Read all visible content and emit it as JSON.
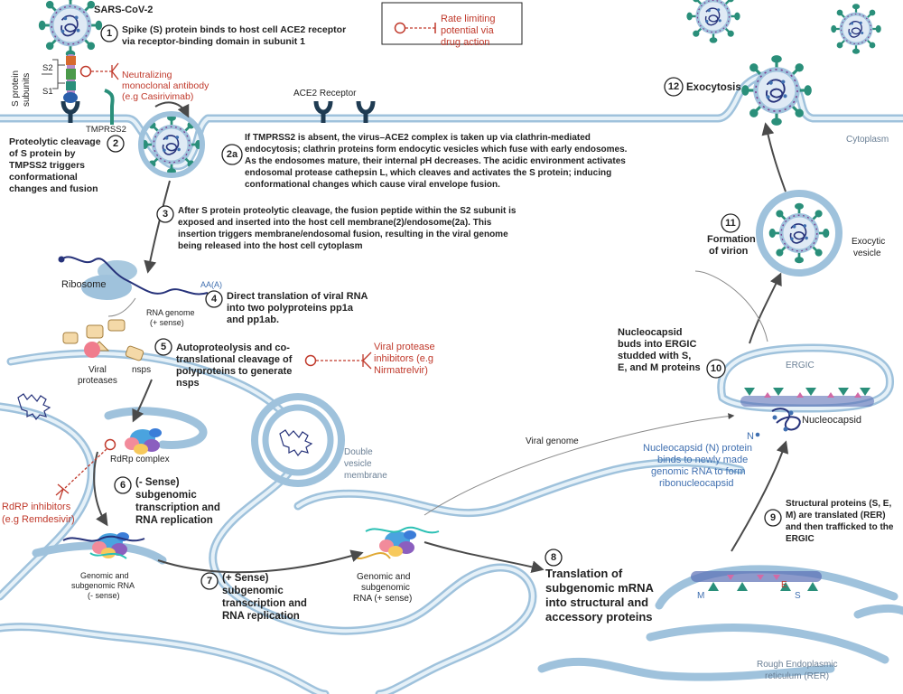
{
  "virus": {
    "name": "SARS-CoV-2"
  },
  "legend": {
    "line1": "Rate limiting",
    "line2": "potential via",
    "line3": "drug action"
  },
  "spike": {
    "axis_title": "S protein",
    "axis_subtitle": "subunits",
    "s2": "S2",
    "s1": "S1"
  },
  "labels": {
    "tmprss2": "TMPRSS2",
    "ace2": "ACE2 Receptor",
    "cytoplasm": "Cytoplasm",
    "ribosome": "Ribosome",
    "aa": "AA(A)",
    "rna_genome_1": "RNA genome",
    "rna_genome_2": "(+ sense)",
    "viral_proteases_1": "Viral",
    "viral_proteases_2": "proteases",
    "nsps": "nsps",
    "rdrp": "RdRp complex",
    "genomic_neg_1": "Genomic and",
    "genomic_neg_2": "subgenomic RNA",
    "genomic_neg_3": "(- sense)",
    "genomic_pos_1": "Genomic and",
    "genomic_pos_2": "subgenomic",
    "genomic_pos_3": "RNA (+ sense)",
    "double_vesicle_1": "Double",
    "double_vesicle_2": "vesicle",
    "double_vesicle_3": "membrane",
    "viral_genome": "Viral genome",
    "ergic": "ERGIC",
    "nucleocapsid": "Nucleocapsid",
    "n": "N",
    "rer_1": "Rough Endoplasmic",
    "rer_2": "reticulum (RER)",
    "m": "M",
    "e": "E",
    "s": "S",
    "exocytic_1": "Exocytic",
    "exocytic_2": "vesicle"
  },
  "drugs": {
    "antibody_1": "Neutralizing",
    "antibody_2": "monoclonal antibody",
    "antibody_3": "(e.g Casirivimab)",
    "protease_1": "Viral protease",
    "protease_2": "inhibitors (e.g",
    "protease_3": "Nirmatrelvir)",
    "rdrp_1": "RdRP inhibitors",
    "rdrp_2": "(e.g Remdesivir)"
  },
  "steps": {
    "s1": {
      "num": "1",
      "line1": "Spike (S) protein binds to host cell ACE2 receptor",
      "line2": "via receptor-binding domain in subunit 1"
    },
    "s2": {
      "num": "2",
      "line1": "Proteolytic cleavage",
      "line2": "of S protein by",
      "line3": "TMPSS2 triggers",
      "line4": "conformational",
      "line5": "changes and fusion"
    },
    "s2a": {
      "num": "2a",
      "line1": "If TMPRSS2 is absent, the virus–ACE2 complex is taken up via clathrin-mediated",
      "line2": "endocytosis; clathrin proteins form endocytic vesicles which fuse with early endosomes.",
      "line3": "As the endosomes mature, their internal pH decreases. The acidic environment activates",
      "line4": "endosomal protease cathepsin L, which cleaves and activates the S protein; inducing",
      "line5": "conformational changes which cause viral envelope fusion."
    },
    "s3": {
      "num": "3",
      "line1": "After S protein proteolytic cleavage, the fusion peptide within the S2 subunit is",
      "line2": "exposed and inserted into the host cell membrane(2)/endosome(2a). This",
      "line3": "insertion triggers membrane/endosomal fusion, resulting in the viral genome",
      "line4": "being released into the host cell cytoplasm"
    },
    "s4": {
      "num": "4",
      "line1": "Direct translation of viral RNA",
      "line2": "into two polyproteins pp1a",
      "line3": "and pp1ab."
    },
    "s5": {
      "num": "5",
      "line1": "Autoproteolysis and co-",
      "line2": "translational cleavage of",
      "line3": "polyproteins to generate",
      "line4": "nsps"
    },
    "s6": {
      "num": "6",
      "line1": "(- Sense)",
      "line2": "subgenomic",
      "line3": "transcription and",
      "line4": "RNA replication"
    },
    "s7": {
      "num": "7",
      "line1": "(+ Sense)",
      "line2": "subgenomic",
      "line3": "transcription and",
      "line4": "RNA replication"
    },
    "s8": {
      "num": "8",
      "line1": "Translation of",
      "line2": "subgenomic mRNA",
      "line3": "into structural and",
      "line4": "accessory proteins"
    },
    "s9": {
      "num": "9",
      "line1": "Structural proteins (S, E,",
      "line2": "M) are translated (RER)",
      "line3": "and then trafficked to the",
      "line4": "ERGIC"
    },
    "s10": {
      "num": "10",
      "line1": "Nucleocapsid",
      "line2": "buds into ERGIC",
      "line3": "studded with S,",
      "line4": "E, and M proteins"
    },
    "s11": {
      "num": "11",
      "line1": "Formation",
      "line2": "of virion"
    },
    "s12": {
      "num": "12",
      "line1": "Exocytosis"
    },
    "n_protein": {
      "line1": "Nucleocapsid (N) protein",
      "line2": "binds to newly made",
      "line3": "genomic RNA to form",
      "line4": "ribonucleocapsid"
    }
  },
  "colors": {
    "membrane": "#9fc2dc",
    "virus_envelope": "#9fc2dc",
    "spike": "#2a8f7a",
    "drug": "#c0392b",
    "nucleocapsid_text": "#3f6fb0",
    "arrow": "#4a4a4a"
  }
}
